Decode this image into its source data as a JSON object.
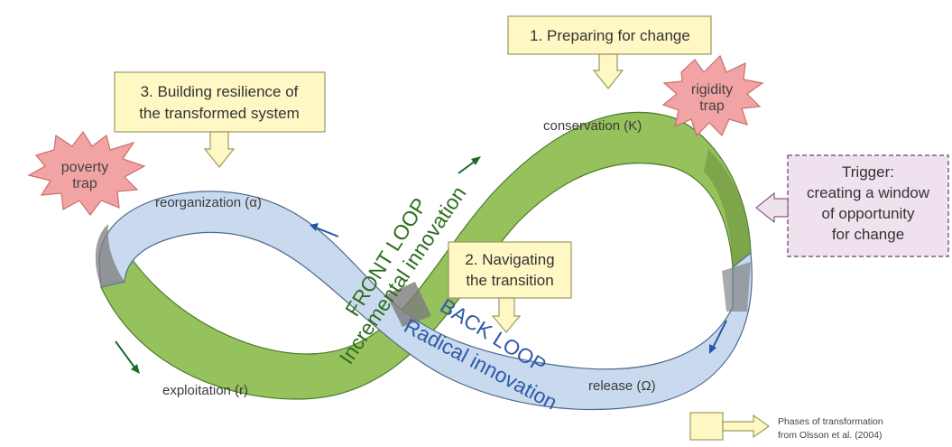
{
  "colors": {
    "front_loop": "#95c25c",
    "front_loop_stroke": "#4e7a2a",
    "back_loop": "#c9daef",
    "back_loop_stroke": "#4f6a8a",
    "shadow": "#7c7c7c",
    "callout_fill": "#fff7c4",
    "callout_stroke": "#9a9a60",
    "trap_fill": "#f2a3a3",
    "trap_stroke": "#c87070",
    "trigger_fill": "#efe2ee",
    "trigger_stroke": "#8a5c7e",
    "front_text": "#2f6e1f",
    "back_text": "#2d5aa8",
    "arrow_dark": "#1b6b2a",
    "arrow_blue": "#2457a8"
  },
  "callouts": {
    "preparing": "1. Preparing for change",
    "navigating": [
      "2. Navigating",
      "the transition"
    ],
    "building": [
      "3. Building resilience of",
      "the transformed system"
    ]
  },
  "trigger": [
    "Trigger:",
    "creating a window",
    "of opportunity",
    "for change"
  ],
  "traps": {
    "rigidity": [
      "rigidity",
      "trap"
    ],
    "poverty": [
      "poverty",
      "trap"
    ]
  },
  "phases": {
    "conservation": "conservation (K)",
    "reorganization": "reorganization (α)",
    "exploitation": "exploitation (r)",
    "release": "release (Ω)"
  },
  "loops": {
    "front_title": "FRONT LOOP",
    "front_subtitle": "Incremental innovation",
    "back_title": "BACK LOOP",
    "back_subtitle": "Radical innovation"
  },
  "legend": [
    "Phases of transformation",
    "from Olsson et al. (2004)"
  ]
}
